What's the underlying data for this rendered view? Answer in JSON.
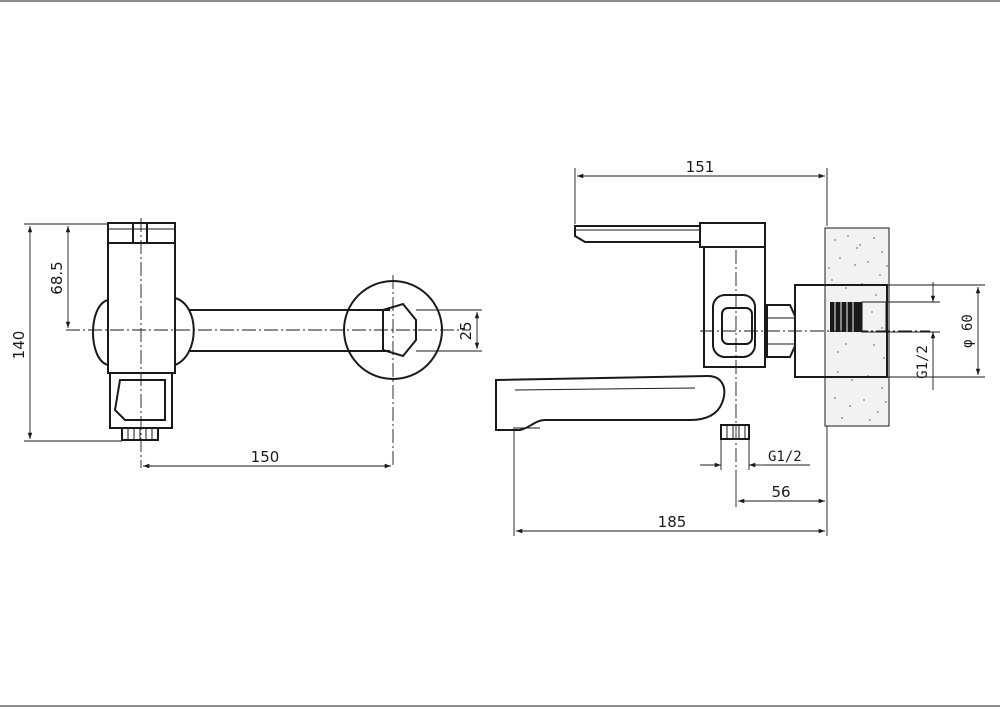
{
  "dimensions": {
    "front_height_total": "140",
    "front_height_partial": "68.5",
    "front_spout_length": "150",
    "front_spout_diameter": "25",
    "side_lever_length": "151",
    "side_thread_size": "G1/2",
    "side_offset": "56",
    "side_total_length": "185",
    "side_rosette_diameter": "φ 60",
    "side_inlet_thread": "G1/2"
  },
  "colors": {
    "line": "#1a1a1a",
    "wall_fill": "#f2f2f2",
    "wall_speckle": "#7a7a7a"
  }
}
